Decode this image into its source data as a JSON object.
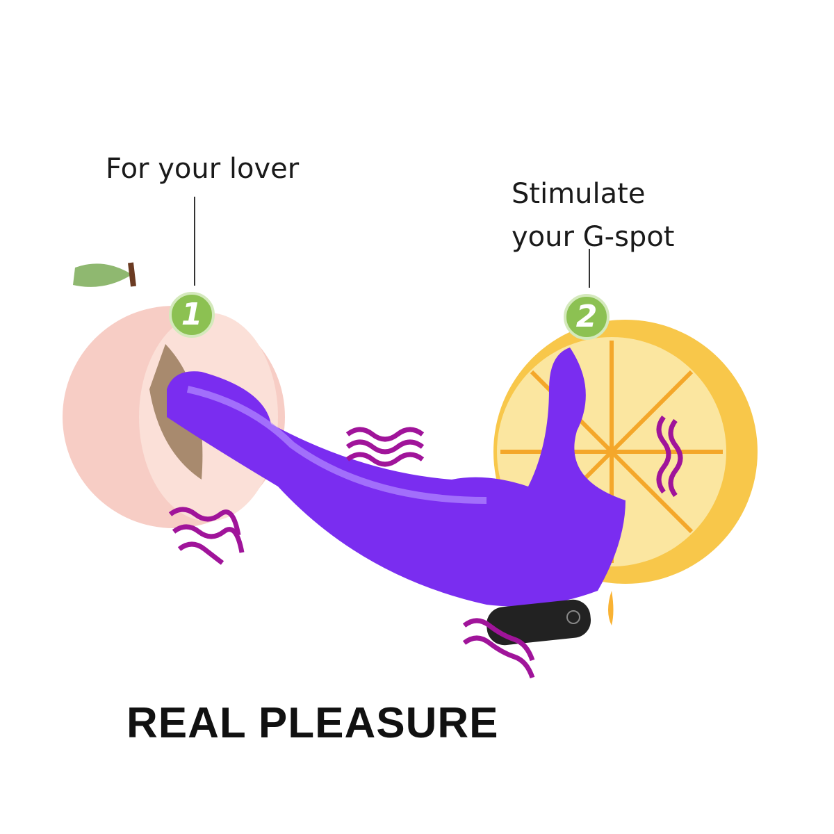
{
  "callouts": [
    {
      "number": "1",
      "text": "For your lover"
    },
    {
      "number": "2",
      "line1": "Stimulate",
      "line2": "your G-spot"
    }
  ],
  "headline": "REAL PLEASURE",
  "colors": {
    "product": "#7a2df0",
    "peach": "#f6c3bd",
    "orange": "#f9b233",
    "badge": "#8cc152",
    "wave": "#a0149a"
  }
}
